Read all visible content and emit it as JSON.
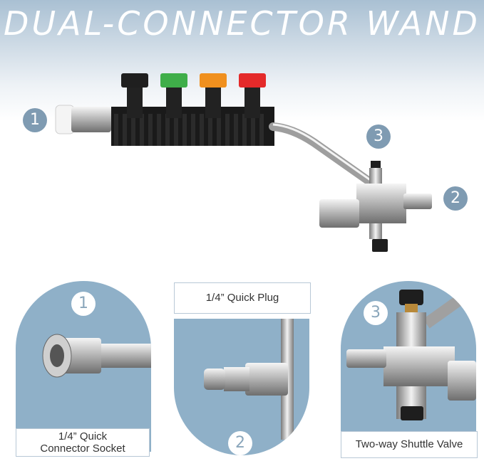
{
  "title": "DUAL-CONNECTOR WAND",
  "callouts": {
    "one": "1",
    "two": "2",
    "three": "3"
  },
  "panels": [
    {
      "number": "1",
      "label_line1": "1/4” Quick",
      "label_line2": "Connector Socket"
    },
    {
      "number": "2",
      "label": "1/4” Quick Plug"
    },
    {
      "number": "3",
      "label": "Two-way Shuttle Valve"
    }
  ],
  "colors": {
    "panel_bg": "#8fb0c8",
    "badge": "#7f9bb2",
    "nozzle_black": "#1f1f1f",
    "nozzle_green": "#3fae49",
    "nozzle_orange": "#f0901e",
    "nozzle_red": "#e42a2a"
  }
}
